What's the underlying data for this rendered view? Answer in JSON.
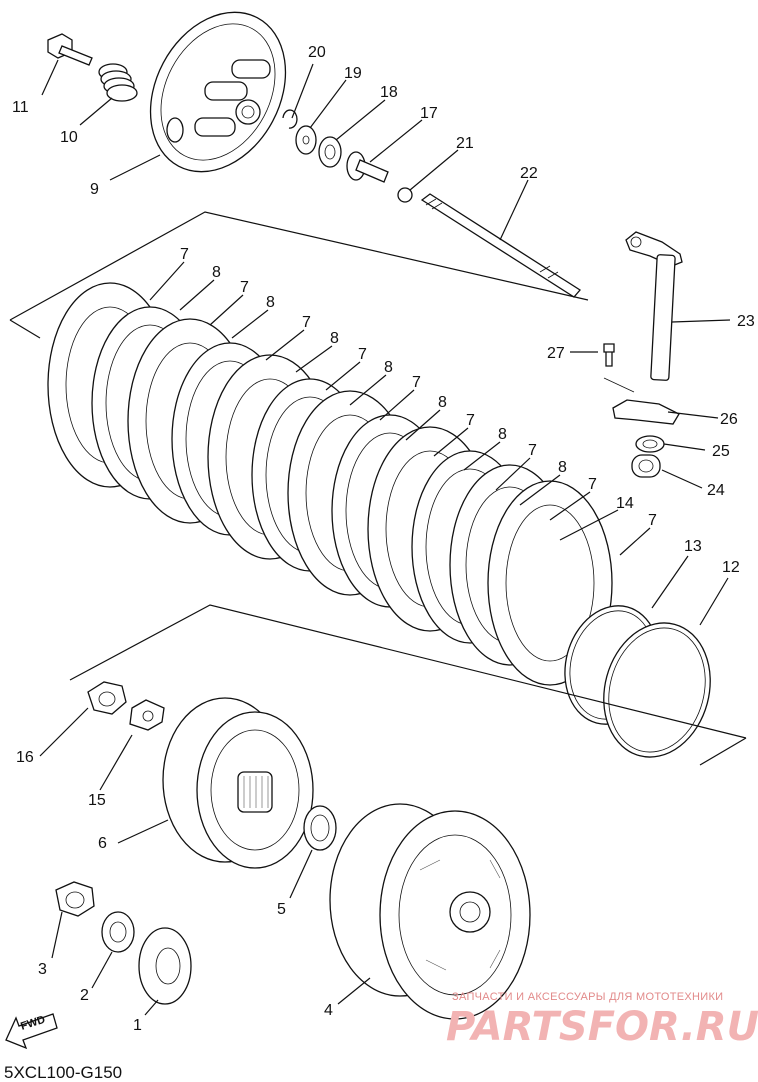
{
  "diagram_code": "5XCL100-G150",
  "fwd_label": "FWD",
  "watermark": {
    "line1": "ЗАПЧАСТИ И АКСЕССУАРЫ ДЛЯ МОТОТЕХНИКИ",
    "line2": "PARTSFOR.RU"
  },
  "callouts": {
    "p1": "1",
    "p2": "2",
    "p3": "3",
    "p4": "4",
    "p5": "5",
    "p6": "6",
    "p9": "9",
    "p10": "10",
    "p11": "11",
    "p12": "12",
    "p13": "13",
    "p14": "14",
    "p15": "15",
    "p16": "16",
    "p17": "17",
    "p18": "18",
    "p19": "19",
    "p20": "20",
    "p21": "21",
    "p22": "22",
    "p23": "23",
    "p24": "24",
    "p25": "25",
    "p26": "26",
    "p27": "27",
    "plate7": "7",
    "plate8": "8"
  }
}
